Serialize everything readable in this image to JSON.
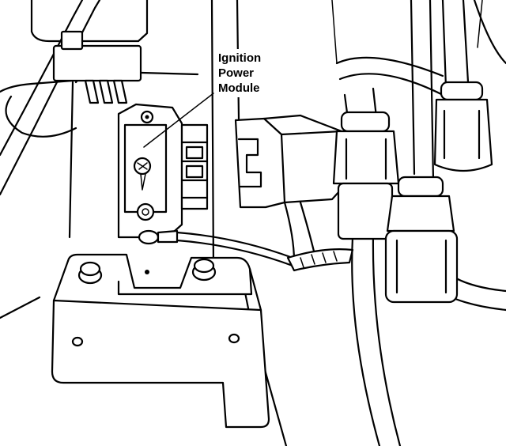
{
  "callout": {
    "lines": [
      "Ignition",
      "Power",
      "Module"
    ]
  },
  "colors": {
    "line": "#000000",
    "background": "#ffffff"
  },
  "icons": [
    "bolt-icon",
    "screw-icon",
    "ground-terminal-icon"
  ]
}
